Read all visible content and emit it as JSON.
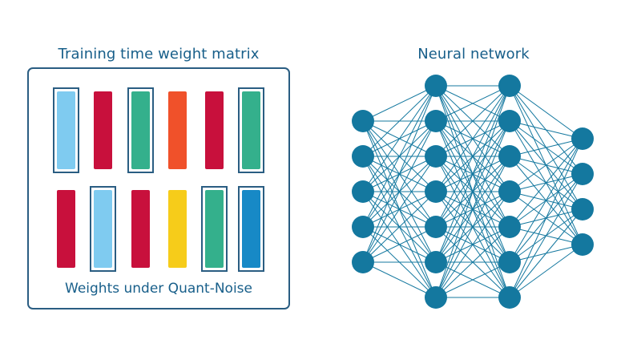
{
  "matrix": {
    "title": "Training time weight matrix",
    "footer": "Weights under Quant-Noise",
    "rows": [
      [
        {
          "color": "#7fcbf0",
          "framed": true
        },
        {
          "color": "#c8103c",
          "framed": false
        },
        {
          "color": "#34b08c",
          "framed": true
        },
        {
          "color": "#f0512a",
          "framed": false
        },
        {
          "color": "#c8103c",
          "framed": false
        },
        {
          "color": "#34b08c",
          "framed": true
        }
      ],
      [
        {
          "color": "#c8103c",
          "framed": false
        },
        {
          "color": "#7fcbf0",
          "framed": true
        },
        {
          "color": "#c8103c",
          "framed": false
        },
        {
          "color": "#f6cc1a",
          "framed": false
        },
        {
          "color": "#34b08c",
          "framed": true
        },
        {
          "color": "#1789c6",
          "framed": true
        }
      ]
    ]
  },
  "network": {
    "title": "Neural network",
    "node_color": "#14789f",
    "edge_color": "#14789f",
    "layers": [
      5,
      7,
      7,
      4
    ]
  }
}
